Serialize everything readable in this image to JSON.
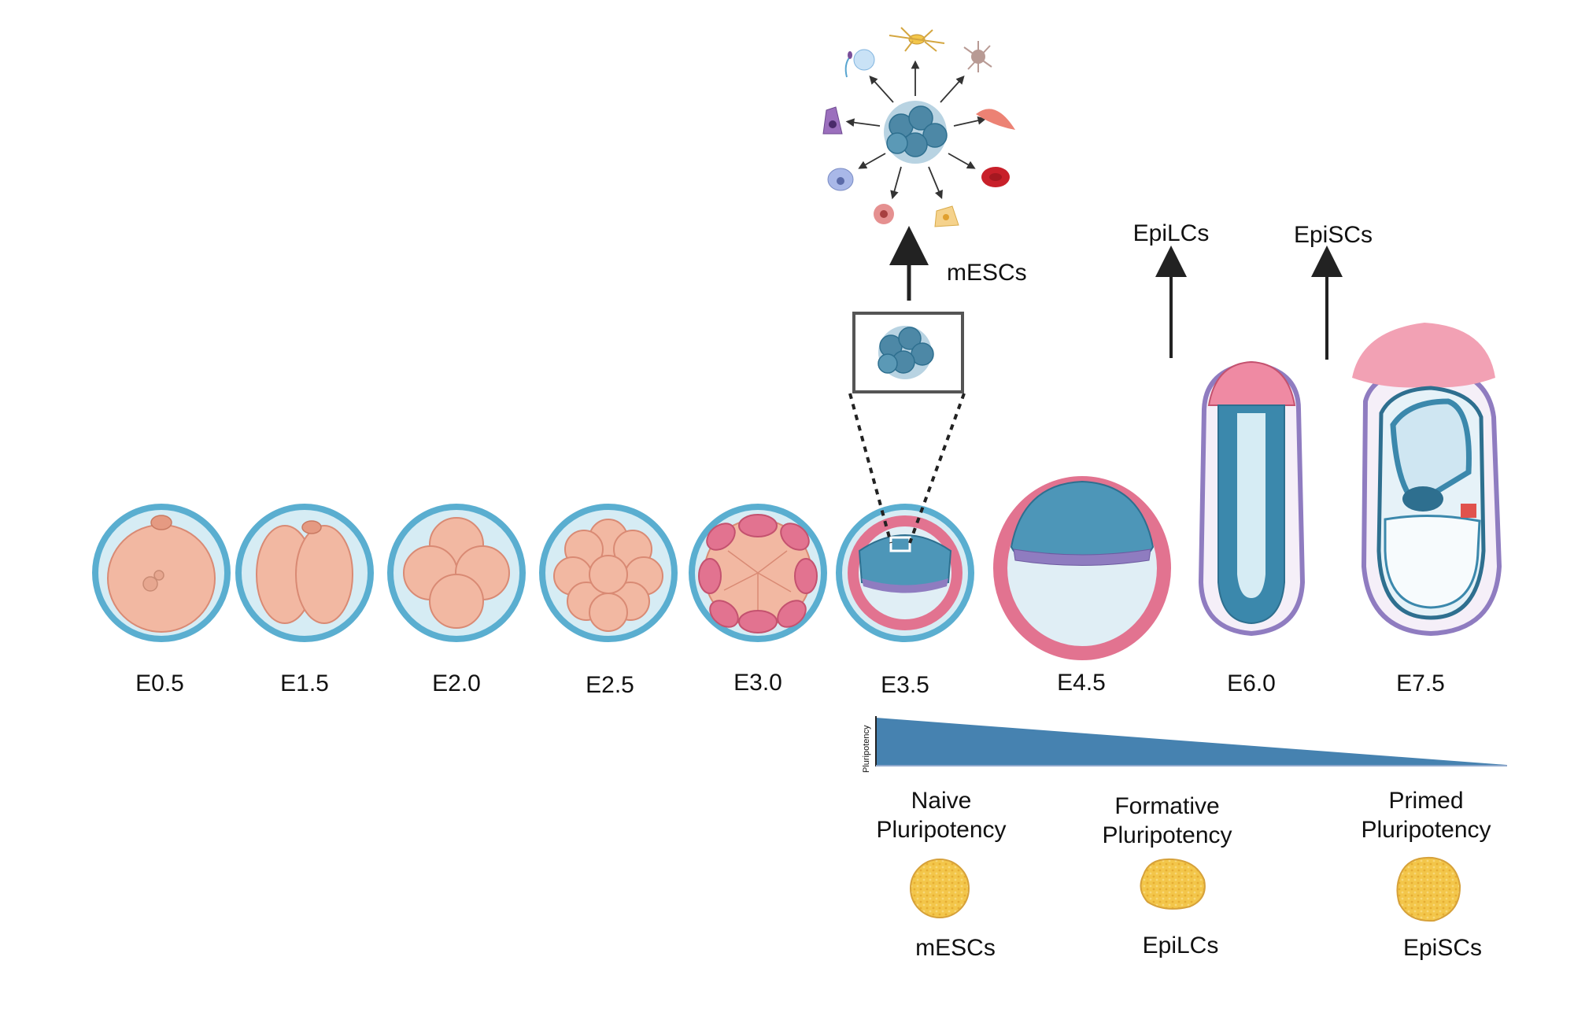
{
  "stages": [
    "E0.5",
    "E1.5",
    "E2.0",
    "E2.5",
    "E3.0",
    "E3.5",
    "E4.5",
    "E6.0",
    "E7.5"
  ],
  "derivation_labels": {
    "mescs": "mESCs",
    "epilcs": "EpiLCs",
    "episcs": "EpiSCs"
  },
  "gradient": {
    "axis_label": "Pluripotency"
  },
  "states": [
    {
      "title_line1": "Naive",
      "title_line2": "Pluripotency",
      "cell_label": "mESCs"
    },
    {
      "title_line1": "Formative",
      "title_line2": "Pluripotency",
      "cell_label": "EpiLCs"
    },
    {
      "title_line1": "Primed",
      "title_line2": "Pluripotency",
      "cell_label": "EpiSCs"
    }
  ],
  "colors": {
    "zona": "#5aaed0",
    "zona_inner": "#d6ecf4",
    "blastomere": "#f2b8a2",
    "blastomere_stroke": "#d98a74",
    "trophectoderm": "#e27390",
    "epiblast": "#3b88ac",
    "primitive_endoderm": "#8f7cc0",
    "gradient": "#4682b0",
    "stem_cell": "#f3c64a",
    "arrow": "#222222"
  }
}
